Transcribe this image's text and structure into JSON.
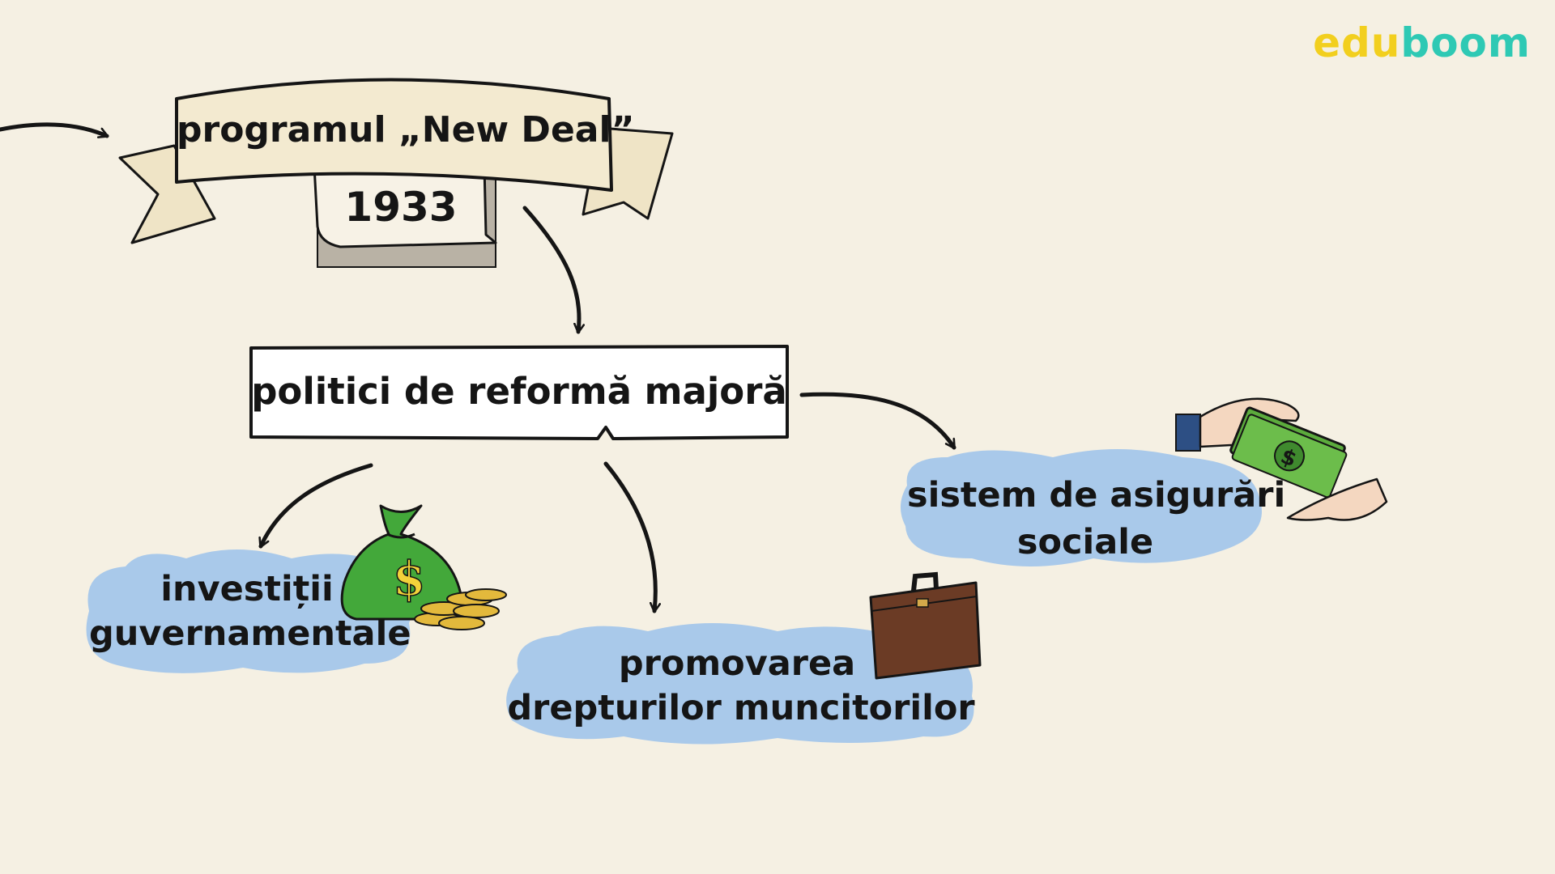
{
  "brand": {
    "part1": "edu",
    "part2": "boom"
  },
  "banner": {
    "title": "programul „New Deal”",
    "year": "1933"
  },
  "central": {
    "label": "politici de reformă majoră"
  },
  "branches": {
    "investment": {
      "line1": "investiții",
      "line2": "guvernamentale"
    },
    "workers": {
      "line1": "promovarea",
      "line2": "drepturilor muncitorilor"
    },
    "social": {
      "line1": "sistem de asigurări",
      "line2": "sociale"
    }
  },
  "icons": {
    "investment": "money-bag-with-coins-icon",
    "workers": "briefcase-icon",
    "social": "hands-exchanging-money-icon"
  },
  "colors": {
    "background": "#f5f0e3",
    "cloud": "#a9c9ea",
    "banner": "#f3ead0",
    "ink": "#151515",
    "logo_edu": "#f2cf1e",
    "logo_boom": "#2ec9b4"
  }
}
